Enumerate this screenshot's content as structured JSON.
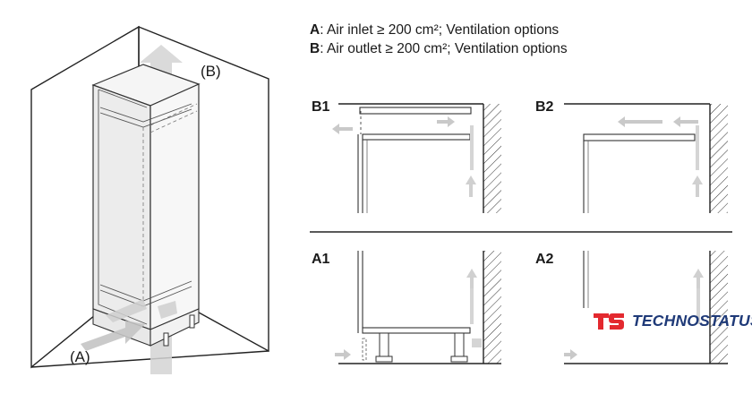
{
  "legend": {
    "a_key": "A",
    "a_text": ": Air inlet ≥ 200 cm²; Ventilation options",
    "b_key": "B",
    "b_text": ": Air outlet ≥ 200 cm²; Ventilation options"
  },
  "labels": {
    "inlet": "(A)",
    "outlet": "(B)",
    "b1": "B1",
    "b2": "B2",
    "a1": "A1",
    "a2": "A2"
  },
  "logo": {
    "mark": "ts",
    "wordmark": "TECHNOSTATUS",
    "brand_red": "#e3292f",
    "brand_blue": "#1f3a78"
  },
  "colors": {
    "line": "#222222",
    "airflow": "#c9c9c9",
    "airflow_dark": "#b8b8b8"
  }
}
